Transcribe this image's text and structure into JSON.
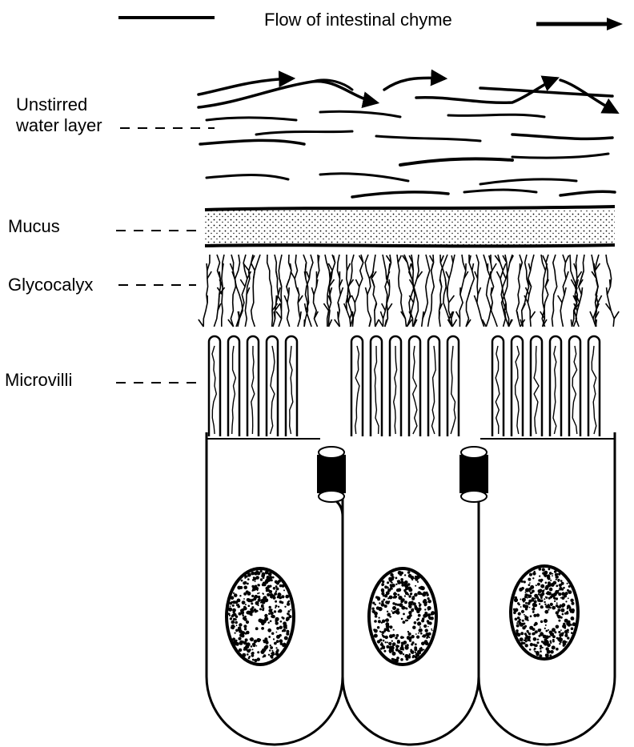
{
  "title": "Flow of intestinal chyme",
  "labels": {
    "unstirred_line1": "Unstirred",
    "unstirred_line2": "water layer",
    "mucus": "Mucus",
    "glycocalyx": "Glycocalyx",
    "microvilli": "Microvilli"
  },
  "colors": {
    "ink": "#000000",
    "paper": "#ffffff"
  }
}
